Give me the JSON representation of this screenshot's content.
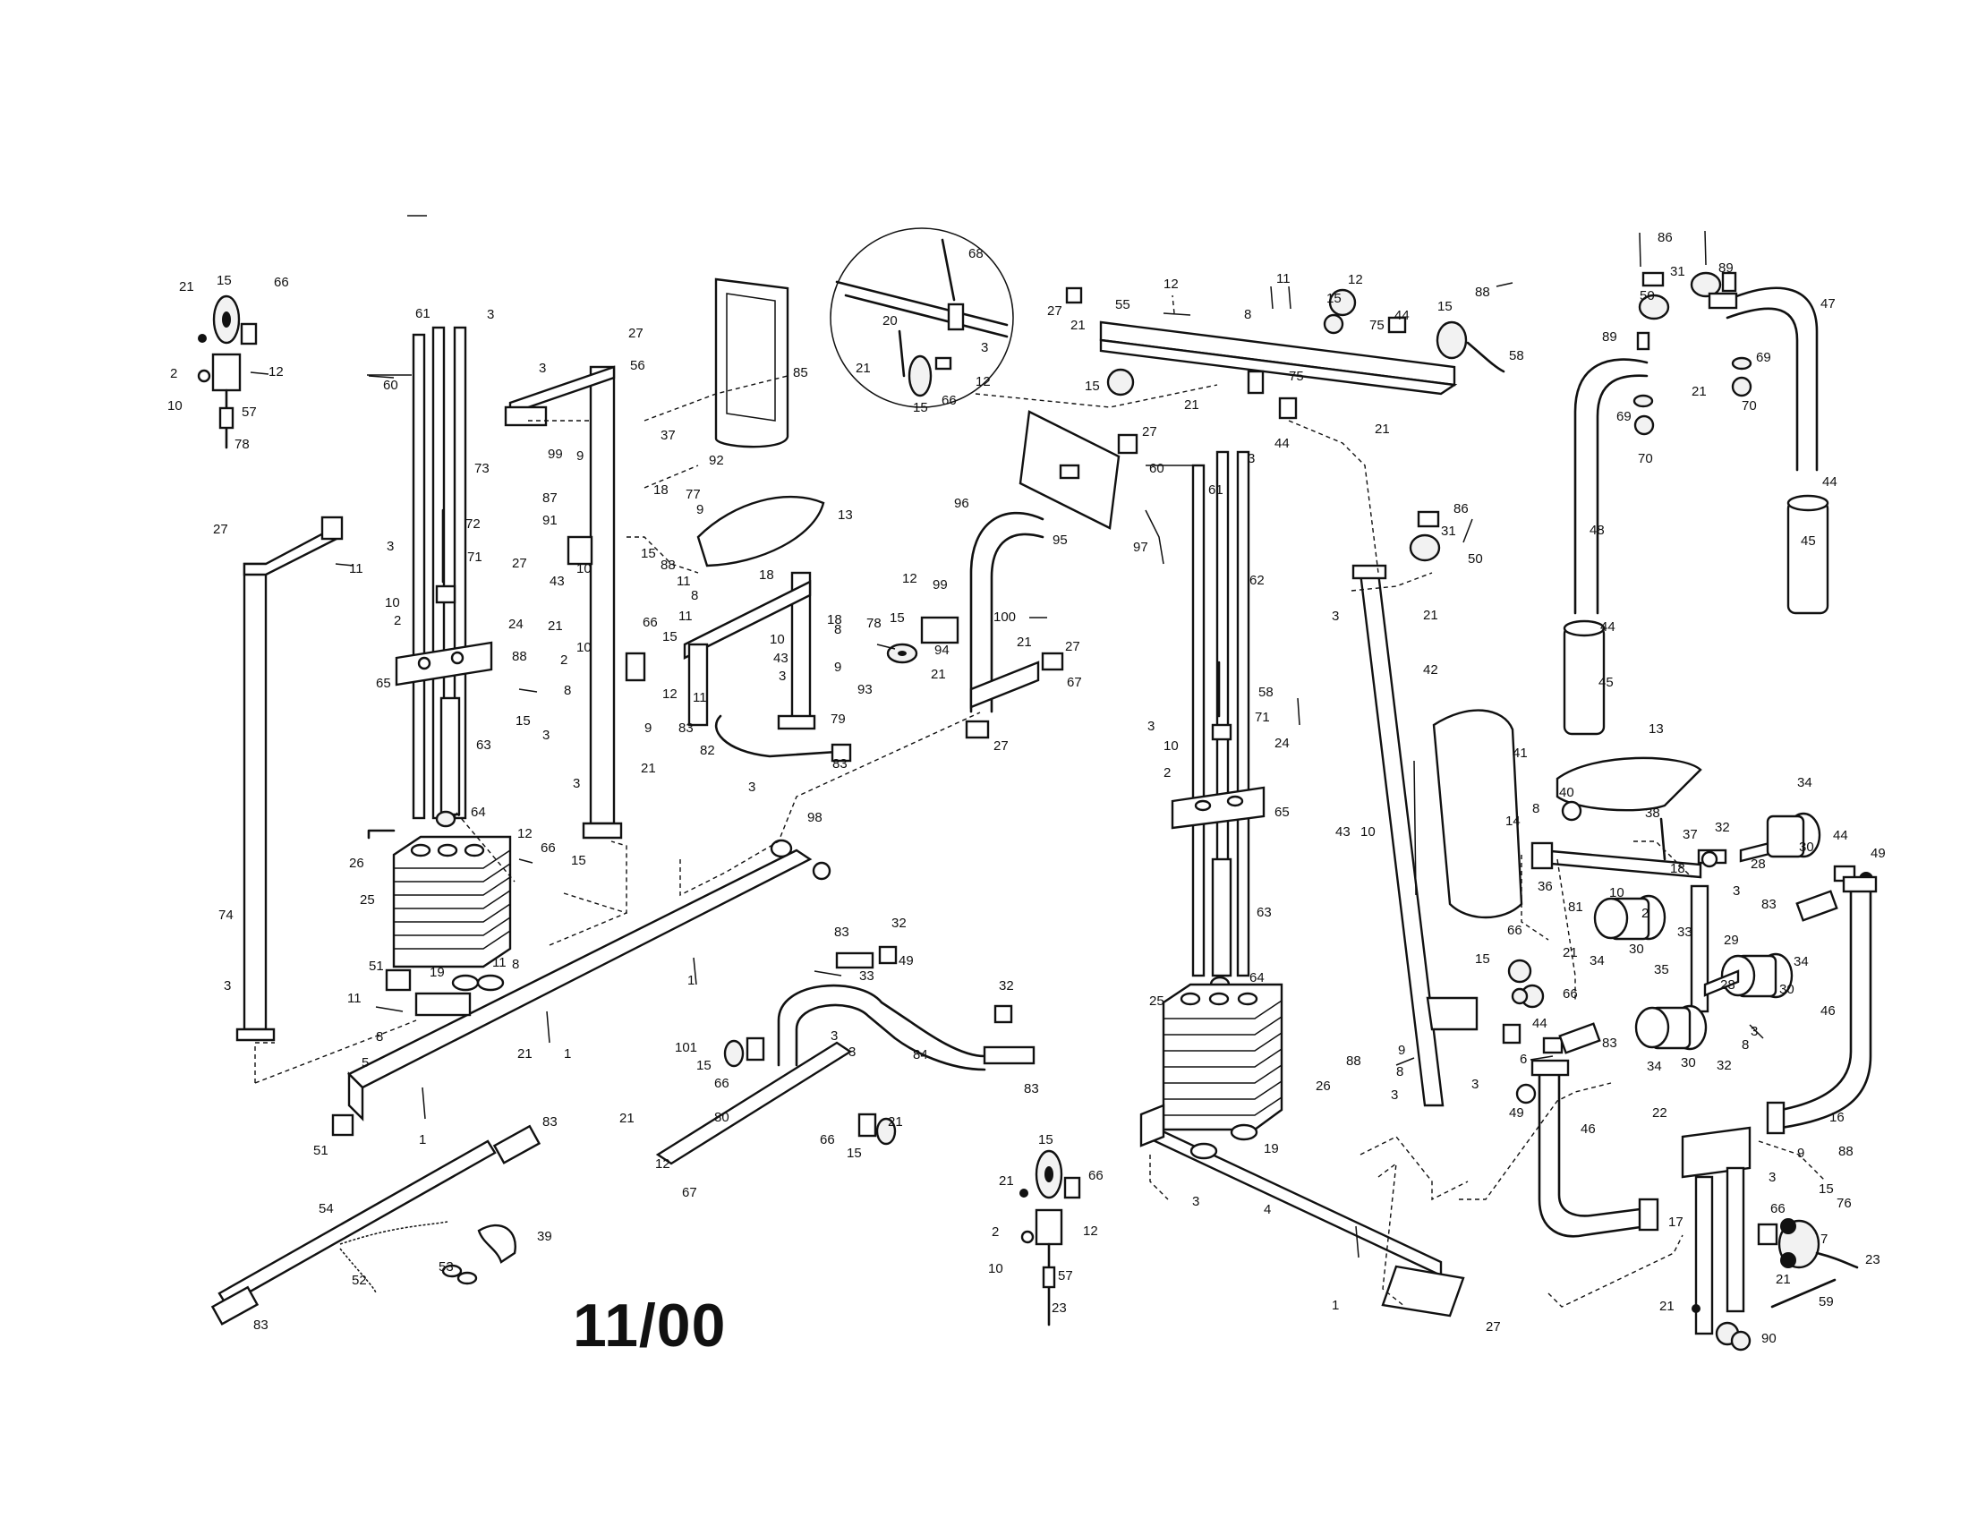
{
  "date_stamp": "11/00",
  "callouts": [
    {
      "id": "c-15a",
      "label": "15"
    },
    {
      "id": "c-66a",
      "label": "66"
    },
    {
      "id": "c-21a",
      "label": "21"
    },
    {
      "id": "c-2a",
      "label": "2"
    },
    {
      "id": "c-12a",
      "label": "12"
    },
    {
      "id": "c-10a",
      "label": "10"
    },
    {
      "id": "c-57a",
      "label": "57"
    },
    {
      "id": "c-78a",
      "label": "78"
    },
    {
      "id": "c-61a",
      "label": "61"
    },
    {
      "id": "c-3a",
      "label": "3"
    },
    {
      "id": "c-60a",
      "label": "60"
    },
    {
      "id": "c-73",
      "label": "73"
    },
    {
      "id": "c-72",
      "label": "72"
    },
    {
      "id": "c-71a",
      "label": "71"
    },
    {
      "id": "c-3b",
      "label": "3"
    },
    {
      "id": "c-10b",
      "label": "10"
    },
    {
      "id": "c-2b",
      "label": "2"
    },
    {
      "id": "c-24a",
      "label": "24"
    },
    {
      "id": "c-65a",
      "label": "65"
    },
    {
      "id": "c-63a",
      "label": "63"
    },
    {
      "id": "c-64a",
      "label": "64"
    },
    {
      "id": "c-27a",
      "label": "27"
    },
    {
      "id": "c-11a",
      "label": "11"
    },
    {
      "id": "c-74",
      "label": "74"
    },
    {
      "id": "c-3c",
      "label": "3"
    },
    {
      "id": "c-27b",
      "label": "27"
    },
    {
      "id": "c-56",
      "label": "56"
    },
    {
      "id": "c-3d",
      "label": "3"
    },
    {
      "id": "c-99a",
      "label": "99"
    },
    {
      "id": "c-9a",
      "label": "9"
    },
    {
      "id": "c-87",
      "label": "87"
    },
    {
      "id": "c-91",
      "label": "91"
    },
    {
      "id": "c-27c",
      "label": "27"
    },
    {
      "id": "c-43a",
      "label": "43"
    },
    {
      "id": "c-10c",
      "label": "10"
    },
    {
      "id": "c-21b",
      "label": "21"
    },
    {
      "id": "c-2c",
      "label": "2"
    },
    {
      "id": "c-10d",
      "label": "10"
    },
    {
      "id": "c-88a",
      "label": "88"
    },
    {
      "id": "c-15b",
      "label": "15"
    },
    {
      "id": "c-8a",
      "label": "8"
    },
    {
      "id": "c-3e",
      "label": "3"
    },
    {
      "id": "c-9b",
      "label": "9"
    },
    {
      "id": "c-21c",
      "label": "21"
    },
    {
      "id": "c-3f",
      "label": "3"
    },
    {
      "id": "c-85",
      "label": "85"
    },
    {
      "id": "c-37a",
      "label": "37"
    },
    {
      "id": "c-92",
      "label": "92"
    },
    {
      "id": "c-18a",
      "label": "18"
    },
    {
      "id": "c-77",
      "label": "77"
    },
    {
      "id": "c-9c",
      "label": "9"
    },
    {
      "id": "c-15c",
      "label": "15"
    },
    {
      "id": "c-88b",
      "label": "88"
    },
    {
      "id": "c-13a",
      "label": "13"
    },
    {
      "id": "c-11b",
      "label": "11"
    },
    {
      "id": "c-8b",
      "label": "8"
    },
    {
      "id": "c-18b",
      "label": "18"
    },
    {
      "id": "c-18c",
      "label": "18"
    },
    {
      "id": "c-11c",
      "label": "11"
    },
    {
      "id": "c-66b",
      "label": "66"
    },
    {
      "id": "c-15d",
      "label": "15"
    },
    {
      "id": "c-10e",
      "label": "10"
    },
    {
      "id": "c-43b",
      "label": "43"
    },
    {
      "id": "c-12b",
      "label": "12"
    },
    {
      "id": "c-11d",
      "label": "11"
    },
    {
      "id": "c-3g",
      "label": "3"
    },
    {
      "id": "c-79",
      "label": "79"
    },
    {
      "id": "c-83a",
      "label": "83"
    },
    {
      "id": "c-82",
      "label": "82"
    },
    {
      "id": "c-3h",
      "label": "3"
    },
    {
      "id": "c-83b",
      "label": "83"
    },
    {
      "id": "c-8c",
      "label": "8"
    },
    {
      "id": "c-93",
      "label": "93"
    },
    {
      "id": "c-9d",
      "label": "9"
    },
    {
      "id": "c-68",
      "label": "68"
    },
    {
      "id": "c-20",
      "label": "20"
    },
    {
      "id": "c-21d",
      "label": "21"
    },
    {
      "id": "c-15e",
      "label": "15"
    },
    {
      "id": "c-66c",
      "label": "66"
    },
    {
      "id": "c-3i",
      "label": "3"
    },
    {
      "id": "c-12c",
      "label": "12"
    },
    {
      "id": "c-12d",
      "label": "12"
    },
    {
      "id": "c-99b",
      "label": "99"
    },
    {
      "id": "c-78b",
      "label": "78"
    },
    {
      "id": "c-15f",
      "label": "15"
    },
    {
      "id": "c-94",
      "label": "94"
    },
    {
      "id": "c-21e",
      "label": "21"
    },
    {
      "id": "c-96",
      "label": "96"
    },
    {
      "id": "c-95",
      "label": "95"
    },
    {
      "id": "c-27d",
      "label": "27"
    },
    {
      "id": "c-97",
      "label": "97"
    },
    {
      "id": "c-100",
      "label": "100"
    },
    {
      "id": "c-21f",
      "label": "21"
    },
    {
      "id": "c-27e",
      "label": "27"
    },
    {
      "id": "c-67a",
      "label": "67"
    },
    {
      "id": "c-27f",
      "label": "27"
    },
    {
      "id": "c-26a",
      "label": "26"
    },
    {
      "id": "c-25a",
      "label": "25"
    },
    {
      "id": "c-12e",
      "label": "12"
    },
    {
      "id": "c-66d",
      "label": "66"
    },
    {
      "id": "c-15g",
      "label": "15"
    },
    {
      "id": "c-98",
      "label": "98"
    },
    {
      "id": "c-51a",
      "label": "51"
    },
    {
      "id": "c-19a",
      "label": "19"
    },
    {
      "id": "c-11e",
      "label": "11"
    },
    {
      "id": "c-8d",
      "label": "8"
    },
    {
      "id": "c-11f",
      "label": "11"
    },
    {
      "id": "c-8e",
      "label": "8"
    },
    {
      "id": "c-21g",
      "label": "21"
    },
    {
      "id": "c-1a",
      "label": "1"
    },
    {
      "id": "c-1b",
      "label": "1"
    },
    {
      "id": "c-1c",
      "label": "1"
    },
    {
      "id": "c-5",
      "label": "5"
    },
    {
      "id": "c-51b",
      "label": "51"
    },
    {
      "id": "c-83c",
      "label": "83"
    },
    {
      "id": "c-32a",
      "label": "32"
    },
    {
      "id": "c-49a",
      "label": "49"
    },
    {
      "id": "c-33a",
      "label": "33"
    },
    {
      "id": "c-101",
      "label": "101"
    },
    {
      "id": "c-15h",
      "label": "15"
    },
    {
      "id": "c-66e",
      "label": "66"
    },
    {
      "id": "c-3j",
      "label": "3"
    },
    {
      "id": "c-3k",
      "label": "3"
    },
    {
      "id": "c-84",
      "label": "84"
    },
    {
      "id": "c-32b",
      "label": "32"
    },
    {
      "id": "c-83d",
      "label": "83"
    },
    {
      "id": "c-21h",
      "label": "21"
    },
    {
      "id": "c-80",
      "label": "80"
    },
    {
      "id": "c-12f",
      "label": "12"
    },
    {
      "id": "c-67b",
      "label": "67"
    },
    {
      "id": "c-66f",
      "label": "66"
    },
    {
      "id": "c-21i",
      "label": "21"
    },
    {
      "id": "c-15i",
      "label": "15"
    },
    {
      "id": "c-83e",
      "label": "83"
    },
    {
      "id": "c-54",
      "label": "54"
    },
    {
      "id": "c-39",
      "label": "39"
    },
    {
      "id": "c-53",
      "label": "53"
    },
    {
      "id": "c-52",
      "label": "52"
    },
    {
      "id": "c-83f",
      "label": "83"
    },
    {
      "id": "c-15j",
      "label": "15"
    },
    {
      "id": "c-21j",
      "label": "21"
    },
    {
      "id": "c-66g",
      "label": "66"
    },
    {
      "id": "c-2d",
      "label": "2"
    },
    {
      "id": "c-12g",
      "label": "12"
    },
    {
      "id": "c-10f",
      "label": "10"
    },
    {
      "id": "c-57b",
      "label": "57"
    },
    {
      "id": "c-23a",
      "label": "23"
    },
    {
      "id": "c-12h",
      "label": "12"
    },
    {
      "id": "c-11g",
      "label": "11"
    },
    {
      "id": "c-12i",
      "label": "12"
    },
    {
      "id": "c-27g",
      "label": "27"
    },
    {
      "id": "c-55",
      "label": "55"
    },
    {
      "id": "c-8f",
      "label": "8"
    },
    {
      "id": "c-15k",
      "label": "15"
    },
    {
      "id": "c-44a",
      "label": "44"
    },
    {
      "id": "c-15l",
      "label": "15"
    },
    {
      "id": "c-88c",
      "label": "88"
    },
    {
      "id": "c-21k",
      "label": "21"
    },
    {
      "id": "c-75a",
      "label": "75"
    },
    {
      "id": "c-58a",
      "label": "58"
    },
    {
      "id": "c-15m",
      "label": "15"
    },
    {
      "id": "c-21l",
      "label": "21"
    },
    {
      "id": "c-75b",
      "label": "75"
    },
    {
      "id": "c-21m",
      "label": "21"
    },
    {
      "id": "c-44b",
      "label": "44"
    },
    {
      "id": "c-60b",
      "label": "60"
    },
    {
      "id": "c-61b",
      "label": "61"
    },
    {
      "id": "c-3l",
      "label": "3"
    },
    {
      "id": "c-62",
      "label": "62"
    },
    {
      "id": "c-58b",
      "label": "58"
    },
    {
      "id": "c-3m",
      "label": "3"
    },
    {
      "id": "c-71b",
      "label": "71"
    },
    {
      "id": "c-10g",
      "label": "10"
    },
    {
      "id": "c-24b",
      "label": "24"
    },
    {
      "id": "c-2e",
      "label": "2"
    },
    {
      "id": "c-65b",
      "label": "65"
    },
    {
      "id": "c-63b",
      "label": "63"
    },
    {
      "id": "c-64b",
      "label": "64"
    },
    {
      "id": "c-25b",
      "label": "25"
    },
    {
      "id": "c-26b",
      "label": "26"
    },
    {
      "id": "c-19b",
      "label": "19"
    },
    {
      "id": "c-3n",
      "label": "3"
    },
    {
      "id": "c-4",
      "label": "4"
    },
    {
      "id": "c-1d",
      "label": "1"
    },
    {
      "id": "c-27h",
      "label": "27"
    },
    {
      "id": "c-86a",
      "label": "86"
    },
    {
      "id": "c-31a",
      "label": "31"
    },
    {
      "id": "c-50a",
      "label": "50"
    },
    {
      "id": "c-3o",
      "label": "3"
    },
    {
      "id": "c-21n",
      "label": "21"
    },
    {
      "id": "c-42",
      "label": "42"
    },
    {
      "id": "c-41",
      "label": "41"
    },
    {
      "id": "c-43c",
      "label": "43"
    },
    {
      "id": "c-10h",
      "label": "10"
    },
    {
      "id": "c-14",
      "label": "14"
    },
    {
      "id": "c-66h",
      "label": "66"
    },
    {
      "id": "c-15n",
      "label": "15"
    },
    {
      "id": "c-21o",
      "label": "21"
    },
    {
      "id": "c-66i",
      "label": "66"
    },
    {
      "id": "c-6",
      "label": "6"
    },
    {
      "id": "c-44c",
      "label": "44"
    },
    {
      "id": "c-88d",
      "label": "88"
    },
    {
      "id": "c-9e",
      "label": "9"
    },
    {
      "id": "c-3p",
      "label": "3"
    },
    {
      "id": "c-8g",
      "label": "8"
    },
    {
      "id": "c-3q",
      "label": "3"
    },
    {
      "id": "c-49b",
      "label": "49"
    },
    {
      "id": "c-86b",
      "label": "86"
    },
    {
      "id": "c-31b",
      "label": "31"
    },
    {
      "id": "c-89a",
      "label": "89"
    },
    {
      "id": "c-50b",
      "label": "50"
    },
    {
      "id": "c-89b",
      "label": "89"
    },
    {
      "id": "c-21p",
      "label": "21"
    },
    {
      "id": "c-69a",
      "label": "69"
    },
    {
      "id": "c-69b",
      "label": "69"
    },
    {
      "id": "c-70a",
      "label": "70"
    },
    {
      "id": "c-70b",
      "label": "70"
    },
    {
      "id": "c-47",
      "label": "47"
    },
    {
      "id": "c-44d",
      "label": "44"
    },
    {
      "id": "c-45a",
      "label": "45"
    },
    {
      "id": "c-48",
      "label": "48"
    },
    {
      "id": "c-44e",
      "label": "44"
    },
    {
      "id": "c-45b",
      "label": "45"
    },
    {
      "id": "c-13b",
      "label": "13"
    },
    {
      "id": "c-40",
      "label": "40"
    },
    {
      "id": "c-8h",
      "label": "8"
    },
    {
      "id": "c-38",
      "label": "38"
    },
    {
      "id": "c-37b",
      "label": "37"
    },
    {
      "id": "c-32c",
      "label": "32"
    },
    {
      "id": "c-34a",
      "label": "34"
    },
    {
      "id": "c-36",
      "label": "36"
    },
    {
      "id": "c-18d",
      "label": "18"
    },
    {
      "id": "c-28a",
      "label": "28"
    },
    {
      "id": "c-30a",
      "label": "30"
    },
    {
      "id": "c-44f",
      "label": "44"
    },
    {
      "id": "c-49c",
      "label": "49"
    },
    {
      "id": "c-81",
      "label": "81"
    },
    {
      "id": "c-10i",
      "label": "10"
    },
    {
      "id": "c-2f",
      "label": "2"
    },
    {
      "id": "c-3r",
      "label": "3"
    },
    {
      "id": "c-83g",
      "label": "83"
    },
    {
      "id": "c-33b",
      "label": "33"
    },
    {
      "id": "c-30b",
      "label": "30"
    },
    {
      "id": "c-29",
      "label": "29"
    },
    {
      "id": "c-34b",
      "label": "34"
    },
    {
      "id": "c-35",
      "label": "35"
    },
    {
      "id": "c-34c",
      "label": "34"
    },
    {
      "id": "c-28b",
      "label": "28"
    },
    {
      "id": "c-30c",
      "label": "30"
    },
    {
      "id": "c-83h",
      "label": "83"
    },
    {
      "id": "c-30d",
      "label": "30"
    },
    {
      "id": "c-32d",
      "label": "32"
    },
    {
      "id": "c-8i",
      "label": "8"
    },
    {
      "id": "c-3s",
      "label": "3"
    },
    {
      "id": "c-34d",
      "label": "34"
    },
    {
      "id": "c-46a",
      "label": "46"
    },
    {
      "id": "c-46b",
      "label": "46"
    },
    {
      "id": "c-22",
      "label": "22"
    },
    {
      "id": "c-16",
      "label": "16"
    },
    {
      "id": "c-9f",
      "label": "9"
    },
    {
      "id": "c-88e",
      "label": "88"
    },
    {
      "id": "c-3t",
      "label": "3"
    },
    {
      "id": "c-15o",
      "label": "15"
    },
    {
      "id": "c-76",
      "label": "76"
    },
    {
      "id": "c-66j",
      "label": "66"
    },
    {
      "id": "c-7",
      "label": "7"
    },
    {
      "id": "c-17",
      "label": "17"
    },
    {
      "id": "c-21q",
      "label": "21"
    },
    {
      "id": "c-23b",
      "label": "23"
    },
    {
      "id": "c-59",
      "label": "59"
    },
    {
      "id": "c-21r",
      "label": "21"
    },
    {
      "id": "c-90",
      "label": "90"
    }
  ]
}
